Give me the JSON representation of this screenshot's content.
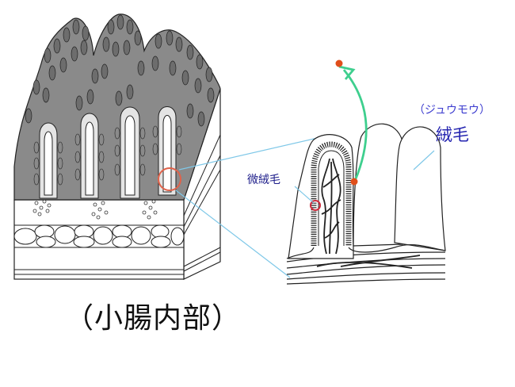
{
  "caption": "（小腸内部）",
  "labels": {
    "villus_reading": "（ジュウモウ）",
    "villus": "絨毛",
    "microvilli": "微絨毛"
  },
  "colors": {
    "villus_cells": "#7a7a7a",
    "connector_lines": "#7fc8e8",
    "highlight_circle": "#e0624a",
    "microvilli_circle": "#cc2a3a",
    "arrow": "#3ecf8e",
    "dot": "#e04e1a",
    "label_blue": "#2424b0"
  }
}
